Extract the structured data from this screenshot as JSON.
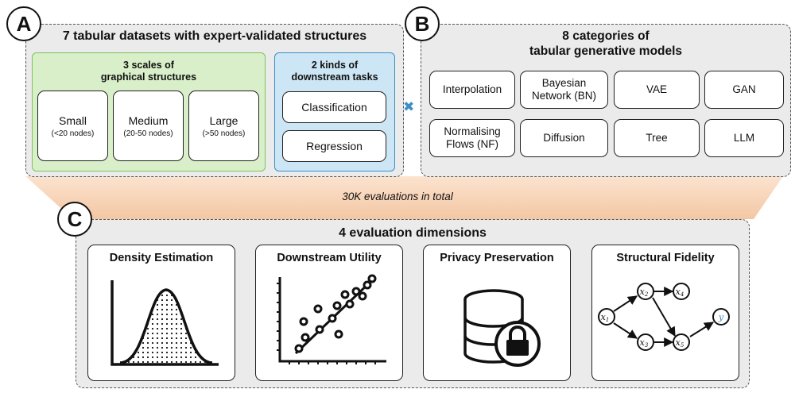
{
  "panel_a": {
    "badge": "A",
    "title": "7 tabular datasets with expert-validated structures",
    "scales": {
      "title_line1": "3 scales of",
      "title_line2": "graphical structures",
      "items": [
        {
          "label": "Small",
          "sub": "(<20 nodes)"
        },
        {
          "label": "Medium",
          "sub": "(20-50 nodes)"
        },
        {
          "label": "Large",
          "sub": "(>50 nodes)"
        }
      ]
    },
    "tasks": {
      "title_line1": "2 kinds of",
      "title_line2": "downstream tasks",
      "items": [
        "Classification",
        "Regression"
      ]
    }
  },
  "cross_symbol": "✖",
  "panel_b": {
    "badge": "B",
    "title_line1": "8 categories of",
    "title_line2": "tabular generative models",
    "models": [
      "Interpolation",
      "Bayesian\nNetwork (BN)",
      "VAE",
      "GAN",
      "Normalising\nFlows (NF)",
      "Diffusion",
      "Tree",
      "LLM"
    ]
  },
  "funnel_label": "30K evaluations in total",
  "panel_c": {
    "badge": "C",
    "title": "4 evaluation dimensions",
    "dimensions": [
      {
        "title": "Density Estimation"
      },
      {
        "title": "Downstream Utility"
      },
      {
        "title": "Privacy Preservation"
      },
      {
        "title": "Structural Fidelity"
      }
    ]
  },
  "graph_nodes": {
    "x1": "x",
    "x1_sub": "1",
    "x2": "x",
    "x2_sub": "2",
    "x3": "x",
    "x3_sub": "3",
    "x4": "x",
    "x4_sub": "4",
    "x5": "x",
    "x5_sub": "5",
    "y": "y"
  },
  "colors": {
    "panel_fill": "#ebebeb",
    "green_fill": "#d9efc9",
    "green_border": "#7cc35b",
    "blue_fill": "#cde6f5",
    "blue_border": "#3b8fc4",
    "funnel_fill": "#f6d2b4",
    "cross_color": "#3b8fc4"
  }
}
